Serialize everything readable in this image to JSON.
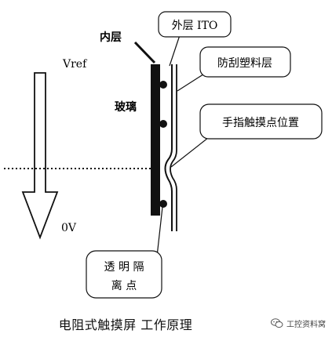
{
  "labels": {
    "outer_ito": "外层 ITO",
    "inner_layer": "内层",
    "scratch_plastic": "防刮塑料层",
    "vref": "Vref",
    "glass": "玻璃",
    "finger_touch": "手指触摸点位置",
    "zero_v": "0V",
    "spacer_line1": "透 明 隔",
    "spacer_line2": "离 点"
  },
  "caption": "电阻式触摸屏 工作原理",
  "watermark": {
    "text": "工控资料窝",
    "icon": "wechat-icon"
  }
}
